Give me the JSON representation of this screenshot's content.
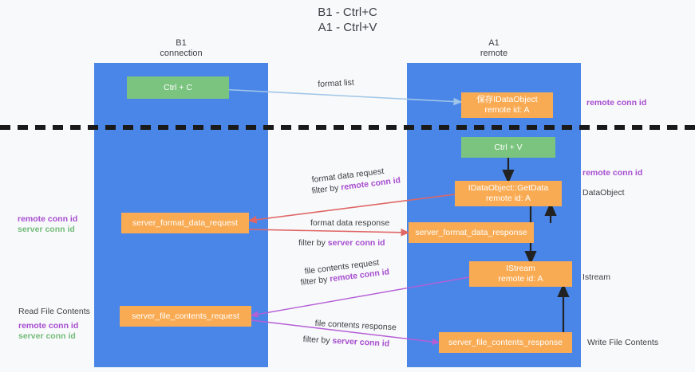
{
  "title": "B1 - Ctrl+C\nA1 - Ctrl+V",
  "columns": [
    {
      "name": "B1",
      "sub": "connection"
    },
    {
      "name": "A1",
      "sub": "remote"
    }
  ],
  "nodes": {
    "ctrl_c": {
      "line1": "Ctrl + C",
      "line2": ""
    },
    "save_idataobject": {
      "line1": "保存IDataObject",
      "line2": "remote id: A"
    },
    "ctrl_v": {
      "line1": "Ctrl + V",
      "line2": ""
    },
    "getdata": {
      "line1": "IDataObject::GetData",
      "line2": "remote id: A"
    },
    "server_format_data_request": {
      "line1": "server_format_data_request",
      "line2": ""
    },
    "server_format_data_response": {
      "line1": "server_format_data_response",
      "line2": ""
    },
    "istream": {
      "line1": "IStream",
      "line2": "remote id: A"
    },
    "server_file_contents_request": {
      "line1": "server_file_contents_request",
      "line2": ""
    },
    "server_file_contents_response": {
      "line1": "server_file_contents_response",
      "line2": ""
    }
  },
  "edges": {
    "format_list": "format list",
    "format_data_request": "format data request",
    "format_data_request_filter_prefix": "filter by ",
    "format_data_request_filter_key": "remote conn id",
    "format_data_response": "format data response",
    "format_data_response_filter_prefix": "filter by ",
    "format_data_response_filter_key": "server conn id",
    "file_contents_request": "file contents request",
    "file_contents_request_filter_prefix": "filter by ",
    "file_contents_request_filter_key": "remote conn id",
    "file_contents_response": "file contents response",
    "file_contents_response_filter_prefix": "filter by ",
    "file_contents_response_filter_key": "server conn id"
  },
  "annotations": {
    "right_remote_conn_id_top": "remote conn id",
    "right_remote_conn_id_mid": "remote conn id",
    "right_dataobject": "DataObject",
    "right_istream": "Istream",
    "right_write_file_contents": "Write File Contents",
    "left_remote_conn_id_mid": "remote conn id",
    "left_server_conn_id_mid": "server conn id",
    "left_read_file_contents": "Read File Contents",
    "left_remote_conn_id_bottom": "remote conn id",
    "left_server_conn_id_bottom": "server conn id"
  },
  "colors": {
    "lane": "#4a86e8",
    "green_node": "#7bc47f",
    "orange_node": "#f9ab54",
    "purple_text": "#a64dd0",
    "green_text": "#74bb7a",
    "blue_arrow": "#9fc5e8",
    "red_arrow": "#e06666",
    "magenta_arrow": "#b45fd6",
    "black_arrow": "#222222",
    "background": "#f8f9fa"
  }
}
